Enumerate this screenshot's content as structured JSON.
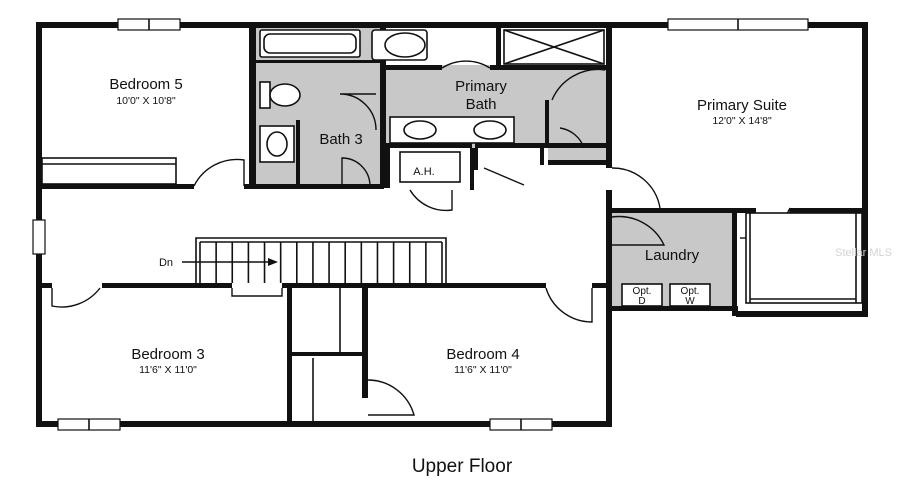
{
  "plan_title": "Upper Floor",
  "rooms": {
    "bedroom5": {
      "name": "Bedroom 5",
      "dims": "10'0\" X 10'8\""
    },
    "primary_bath": {
      "name_line1": "Primary",
      "name_line2": "Bath"
    },
    "primary_suite": {
      "name": "Primary Suite",
      "dims": "12'0\" X 14'8\""
    },
    "bath3": {
      "name": "Bath 3"
    },
    "air_handler": {
      "name": "A.H."
    },
    "laundry": {
      "name": "Laundry"
    },
    "bedroom3": {
      "name": "Bedroom 3",
      "dims": "11'6\" X 11'0\""
    },
    "bedroom4": {
      "name": "Bedroom 4",
      "dims": "11'6\" X 11'0\""
    }
  },
  "appliances": {
    "dryer": {
      "line1": "Opt.",
      "line2": "D"
    },
    "washer": {
      "line1": "Opt.",
      "line2": "W"
    }
  },
  "stairs": {
    "label": "Dn"
  },
  "watermark": "Stellar MLS"
}
